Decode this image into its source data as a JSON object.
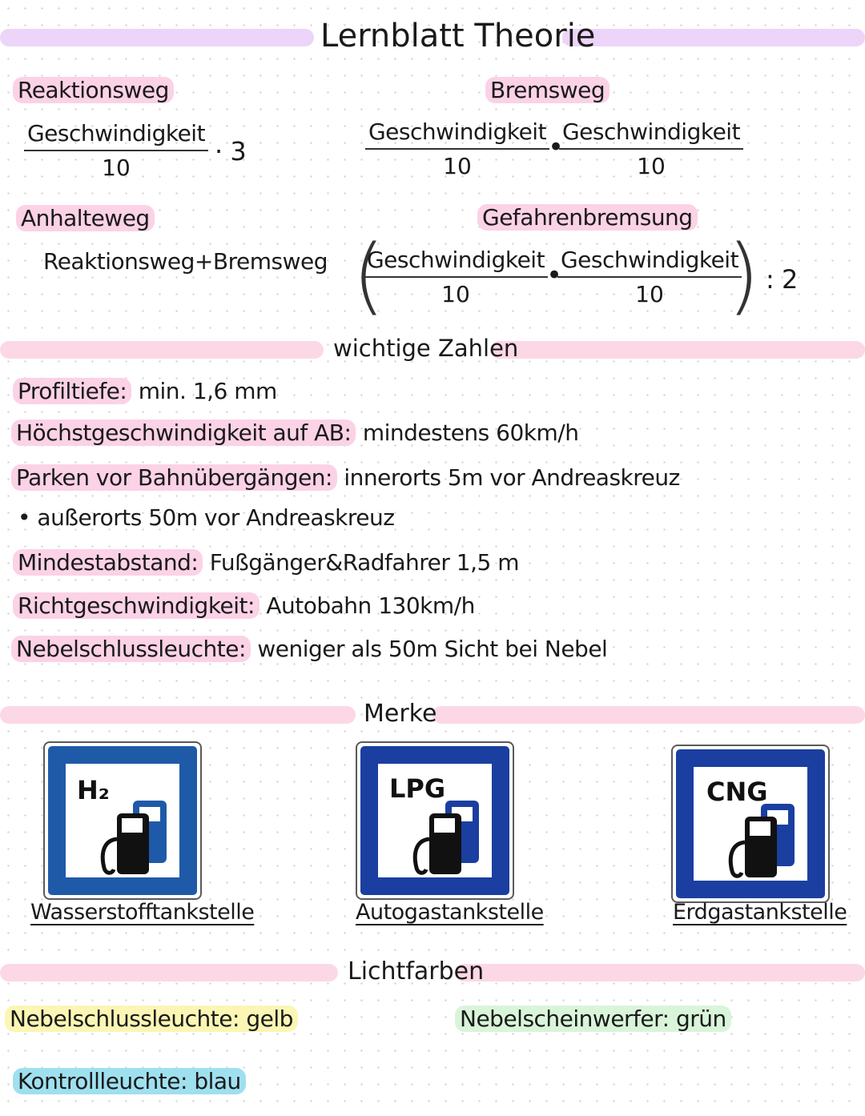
{
  "title": "Lernblatt Theorie",
  "formulas": {
    "reaktionsweg": {
      "label": "Reaktionsweg",
      "numerator": "Geschwindigkeit",
      "denominator": "10",
      "multiplier": "· 3"
    },
    "bremsweg": {
      "label": "Bremsweg",
      "numerator": "Geschwindigkeit",
      "denominator": "10",
      "operator": "•"
    },
    "anhalteweg": {
      "label": "Anhalteweg",
      "expression": "Reaktionsweg+Bremsweg"
    },
    "gefahrenbremsung": {
      "label": "Gefahrenbremsung",
      "numerator": "Geschwindigkeit",
      "denominator": "10",
      "operator": "•",
      "divisor": ": 2"
    }
  },
  "sections": {
    "numbers": "wichtige Zahlen",
    "remember": "Merke",
    "lights": "Lichtfarben"
  },
  "facts": [
    {
      "key": "Profiltiefe:",
      "value": " min. 1,6 mm"
    },
    {
      "key": "Höchstgeschwindigkeit auf AB:",
      "value": " mindestens 60km/h"
    },
    {
      "key": "Parken vor Bahnübergängen:",
      "value": " innerorts 5m vor Andreaskreuz"
    },
    {
      "key": "",
      "value": "• außerorts 50m vor Andreaskreuz"
    },
    {
      "key": "Mindestabstand:",
      "value": " Fußgänger&Radfahrer 1,5 m"
    },
    {
      "key": "Richtgeschwindigkeit:",
      "value": " Autobahn 130km/h"
    },
    {
      "key": "Nebelschlussleuchte:",
      "value": " weniger als 50m Sicht bei Nebel"
    }
  ],
  "signs": [
    {
      "label": "H₂",
      "caption": "Wasserstofftankstelle"
    },
    {
      "label": "LPG",
      "caption": "Autogastankstelle"
    },
    {
      "label": "CNG",
      "caption": "Erdgastankstelle"
    }
  ],
  "light_colors": [
    {
      "text": "Nebelschlussleuchte: gelb",
      "color": "#fbf6b4"
    },
    {
      "text": "Nebelscheinwerfer: grün",
      "color": "#d9f5d9"
    },
    {
      "text": "Kontrollleuchte: blau",
      "color": "#9fe0ef"
    }
  ],
  "colors": {
    "title_bar": "#ecd5f8",
    "section_bar": "#fcd8e6",
    "highlight": "#fbd2e6",
    "sign_blue": "#1a4aa6"
  }
}
